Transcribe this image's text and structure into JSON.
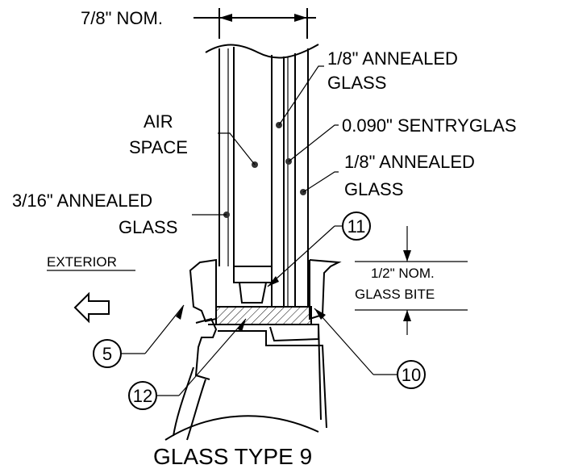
{
  "dimension_top": "7/8\" NOM.",
  "labels": {
    "outer_glass_top": [
      "1/8\" ANNEALED",
      "GLASS"
    ],
    "interlayer": "0.090\" SENTRYGLAS",
    "air_space": [
      "AIR",
      "SPACE"
    ],
    "inner_glass": [
      "1/8\" ANNEALED",
      "GLASS"
    ],
    "annealed_316": [
      "3/16\" ANNEALED",
      "GLASS"
    ],
    "exterior": "EXTERIOR",
    "glass_bite": [
      "1/2\" NOM.",
      "GLASS BITE"
    ]
  },
  "callouts": {
    "c11": "11",
    "c5": "5",
    "c10": "10",
    "c12": "12"
  },
  "title": "GLASS TYPE 9"
}
